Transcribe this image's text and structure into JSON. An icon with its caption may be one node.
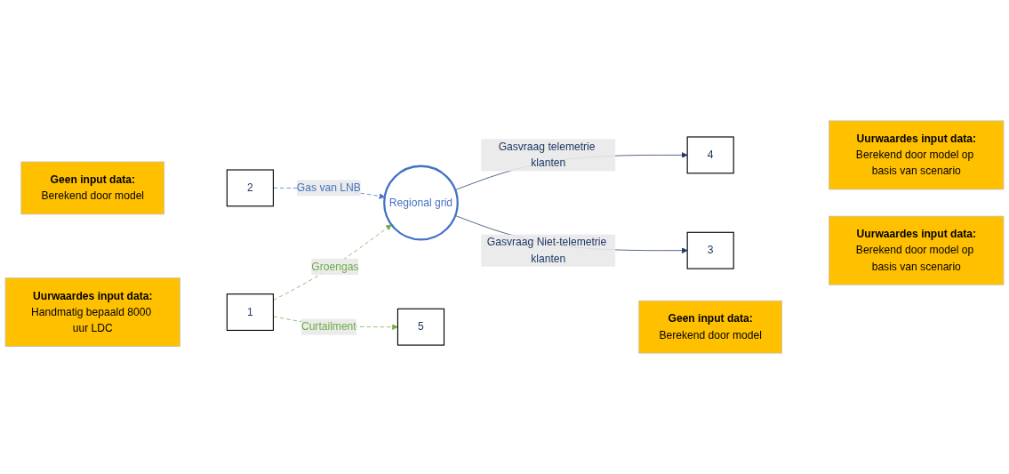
{
  "diagram": {
    "nodes": [
      {
        "text": [
          "Uurwaardes input data:",
          "Berekend door model op basis van scenario"
        ]
      },
      {
        "text": [
          "4"
        ]
      },
      {
        "text": [
          "2"
        ]
      },
      {
        "text": [
          "Geen input data:",
          "Berekend door model"
        ]
      },
      {
        "text": [
          "Regional grid"
        ]
      },
      {
        "text": [
          "Uurwaardes input data:",
          "Berekend door model op basis van scenario"
        ]
      },
      {
        "text": [
          "3"
        ]
      },
      {
        "text": [
          "1"
        ]
      },
      {
        "text": [
          "Uurwaardes input data:",
          "Handmatig bepaald 8000 uur LDC"
        ]
      },
      {
        "text": [
          "Geen input data:",
          "Berekend door model"
        ]
      },
      {
        "text": [
          "5"
        ]
      }
    ],
    "edges": [
      {
        "from": 4,
        "to": 1,
        "arrow": "to",
        "label": "Gasvraag telemetrie klanten",
        "color": "#203864"
      },
      {
        "from": 2,
        "to": 4,
        "arrow": "to",
        "label": "Gas van LNB",
        "style": "dashed",
        "color": "#4472c4"
      },
      {
        "from": 4,
        "to": 6,
        "arrow": "to",
        "label": "Gasvraag Niet-telemetrie klanten",
        "color": "#203864"
      },
      {
        "from": 7,
        "to": 4,
        "arrow": "to",
        "label": "Groengas",
        "style": "dashed",
        "color": "#70ad47"
      },
      {
        "from": 7,
        "to": 10,
        "arrow": "to",
        "label": "Curtailment",
        "style": "dashed",
        "color": "#70ad47"
      }
    ]
  }
}
